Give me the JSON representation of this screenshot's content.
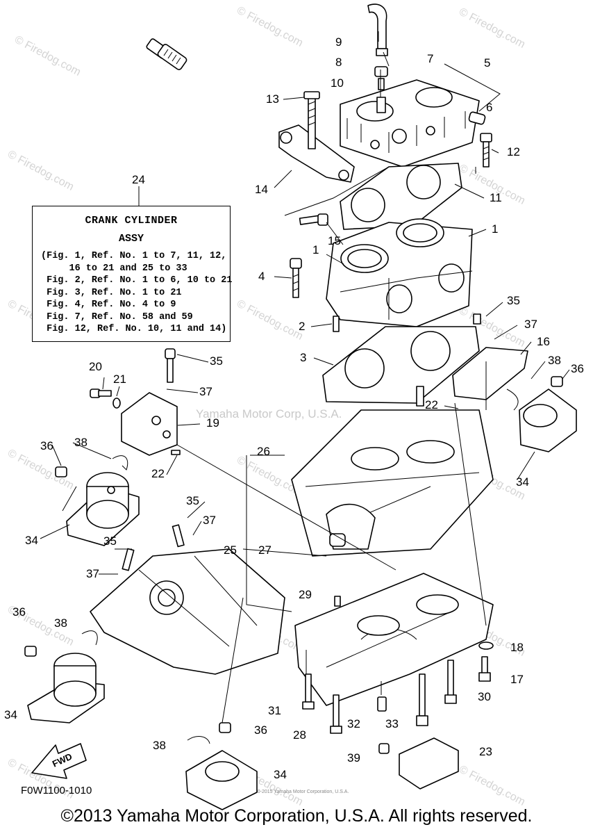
{
  "watermarks": {
    "site": "© Firedog.com",
    "center": "Yamaha Motor Corp, U.S.A.",
    "small_footer": "© 2000-2015 Yamaha Motor Corporation, U.S.A."
  },
  "info_box": {
    "callout": "24",
    "title": "CRANK CYLINDER",
    "subtitle": "ASSY",
    "lines": [
      "(Fig. 1, Ref. No. 1 to 7, 11, 12,",
      "     16 to 21 and 25 to 33",
      " Fig. 2, Ref. No. 1 to 6, 10 to 21",
      " Fig. 3, Ref. No. 1 to 21",
      " Fig. 4, Ref. No. 4 to 9",
      " Fig. 7, Ref. No. 58 and 59",
      " Fig. 12, Ref. No. 10, 11 and 14)"
    ]
  },
  "fwd_label": "FWD",
  "drawing_code": "F0W1100-1010",
  "copyright": "©2013 Yamaha Motor Corporation, U.S.A. All rights reserved.",
  "callouts": [
    "1",
    "1",
    "2",
    "3",
    "4",
    "5",
    "6",
    "7",
    "8",
    "9",
    "10",
    "11",
    "12",
    "13",
    "14",
    "15",
    "16",
    "17",
    "18",
    "19",
    "20",
    "21",
    "22",
    "22",
    "23",
    "25",
    "26",
    "27",
    "28",
    "29",
    "30",
    "31",
    "32",
    "33",
    "34",
    "34",
    "34",
    "34",
    "35",
    "35",
    "35",
    "35",
    "36",
    "36",
    "36",
    "36",
    "37",
    "37",
    "37",
    "37",
    "38",
    "38",
    "38",
    "38",
    "39"
  ]
}
